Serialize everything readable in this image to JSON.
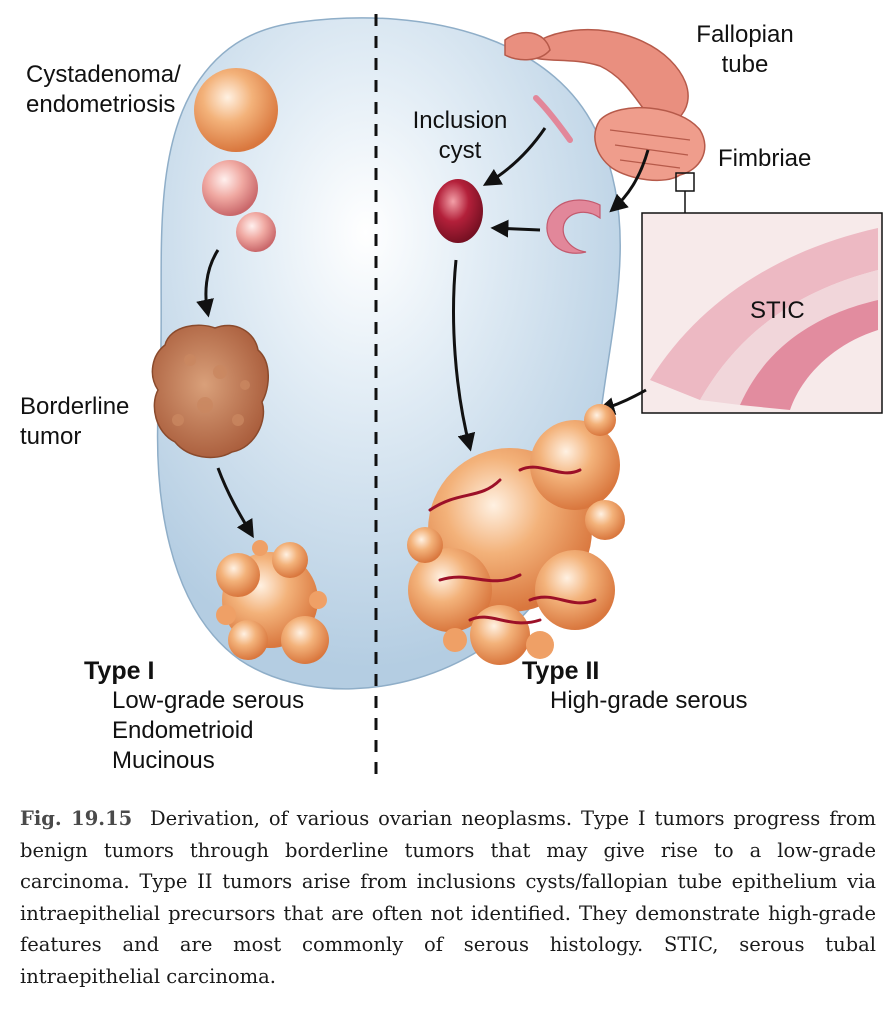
{
  "labels": {
    "cystadenoma_line1": "Cystadenoma/",
    "cystadenoma_line2": "endometriosis",
    "borderline_line1": "Borderline",
    "borderline_line2": "tumor",
    "inclusion_line1": "Inclusion",
    "inclusion_line2": "cyst",
    "fallopian_line1": "Fallopian",
    "fallopian_line2": "tube",
    "fimbriae": "Fimbriae",
    "stic": "STIC"
  },
  "type1": {
    "heading": "Type I",
    "items": [
      "Low-grade serous",
      "Endometrioid",
      "Mucinous"
    ]
  },
  "type2": {
    "heading": "Type II",
    "items": [
      "High-grade serous"
    ]
  },
  "caption": {
    "number": "Fig. 19.15",
    "text": "Derivation, of various ovarian neoplasms. Type I tumors progress from benign tumors through borderline tumors that may give rise to a low-grade carcinoma. Type II tumors arise from inclusions cysts/fallopian tube epithelium via intraepithelial precursors that are often not identified. They demonstrate high-grade features and are most commonly of serous histology. STIC, serous tubal intraepithelial carcinoma."
  },
  "colors": {
    "ovary": "#b9d1e4",
    "tumor": "#efa066",
    "cyst": "#b3203a",
    "epithelium": "#d9647f",
    "arrow": "#111111"
  }
}
